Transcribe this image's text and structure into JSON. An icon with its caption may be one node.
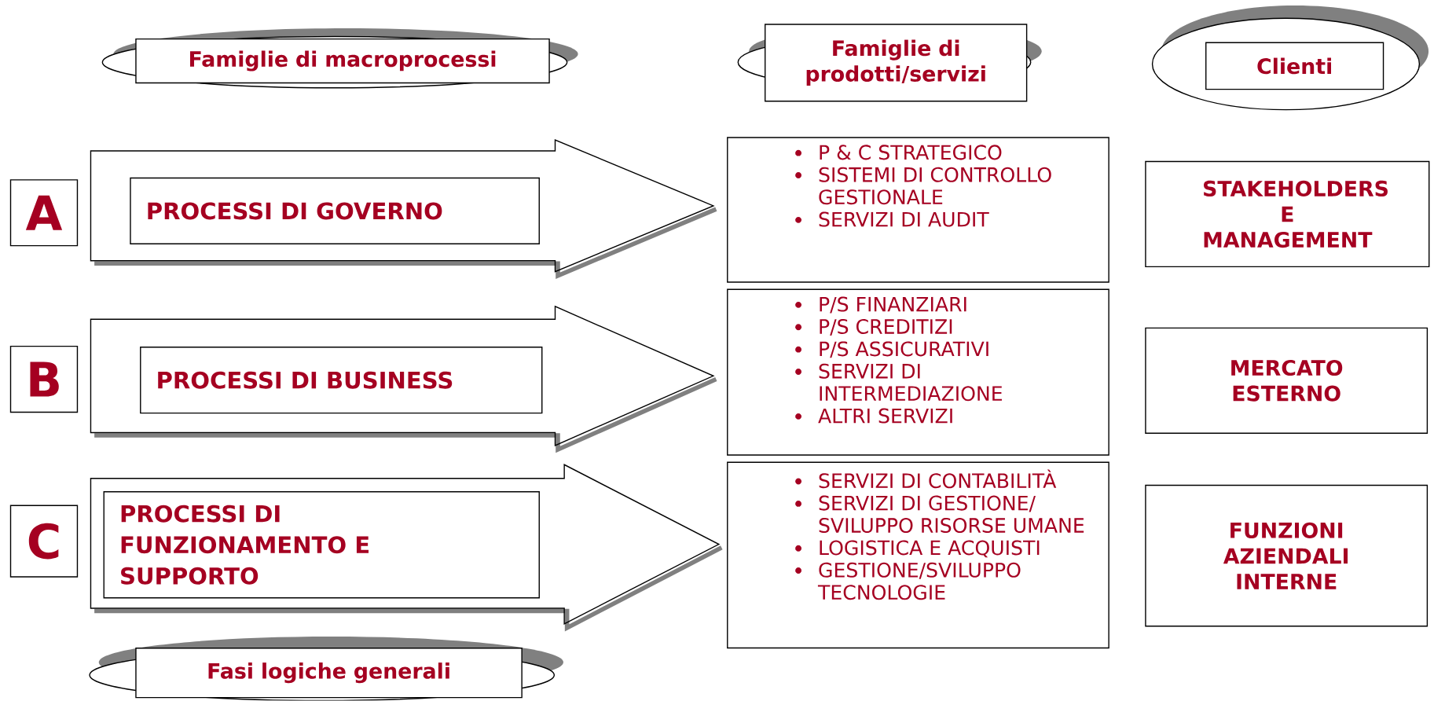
{
  "diagram": {
    "nodes": [
      {
        "text": [
          "Famiglie di macroprocessi"
        ]
      },
      {
        "text": [
          "Famiglie di prodotti/servizi"
        ]
      },
      {
        "text": [
          "Clienti"
        ]
      },
      {
        "text": [
          "A"
        ]
      },
      {
        "text": [
          "PROCESSI DI GOVERNO"
        ]
      },
      {
        "text": [
          "P & C STRATEGICO",
          "SISTEMI DI CONTROLLO GESTIONALE",
          "SERVIZI DI AUDIT"
        ]
      },
      {
        "text": [
          "STAKEHOLDERS E MANAGEMENT"
        ]
      },
      {
        "text": [
          "B"
        ]
      },
      {
        "text": [
          "PROCESSI DI BUSINESS"
        ]
      },
      {
        "text": [
          "P/S FINANZIARI",
          "P/S CREDITIZI",
          "P/S ASSICURATIVI",
          "SERVIZI DI INTERMEDIAZIONE",
          "ALTRI SERVIZI"
        ]
      },
      {
        "text": [
          "MERCATO ESTERNO"
        ]
      },
      {
        "text": [
          "C"
        ]
      },
      {
        "text": [
          "PROCESSI DI FUNZIONAMENTO E SUPPORTO"
        ]
      },
      {
        "text": [
          "SERVIZI DI CONTABILITÀ",
          "SERVIZI DI GESTIONE/ SVILUPPO RISORSE UMANE",
          "LOGISTICA E ACQUISTI",
          "GESTIONE/SVILUPPO TECNOLOGIE"
        ]
      },
      {
        "text": [
          "FUNZIONI AZIENDALI INTERNE"
        ]
      },
      {
        "text": [
          "Fasi logiche generali"
        ]
      }
    ],
    "edges": [
      {
        "from": 3,
        "to": 5,
        "arrow": "to"
      },
      {
        "from": 7,
        "to": 9,
        "arrow": "to"
      },
      {
        "from": 11,
        "to": 13,
        "arrow": "to"
      }
    ]
  }
}
